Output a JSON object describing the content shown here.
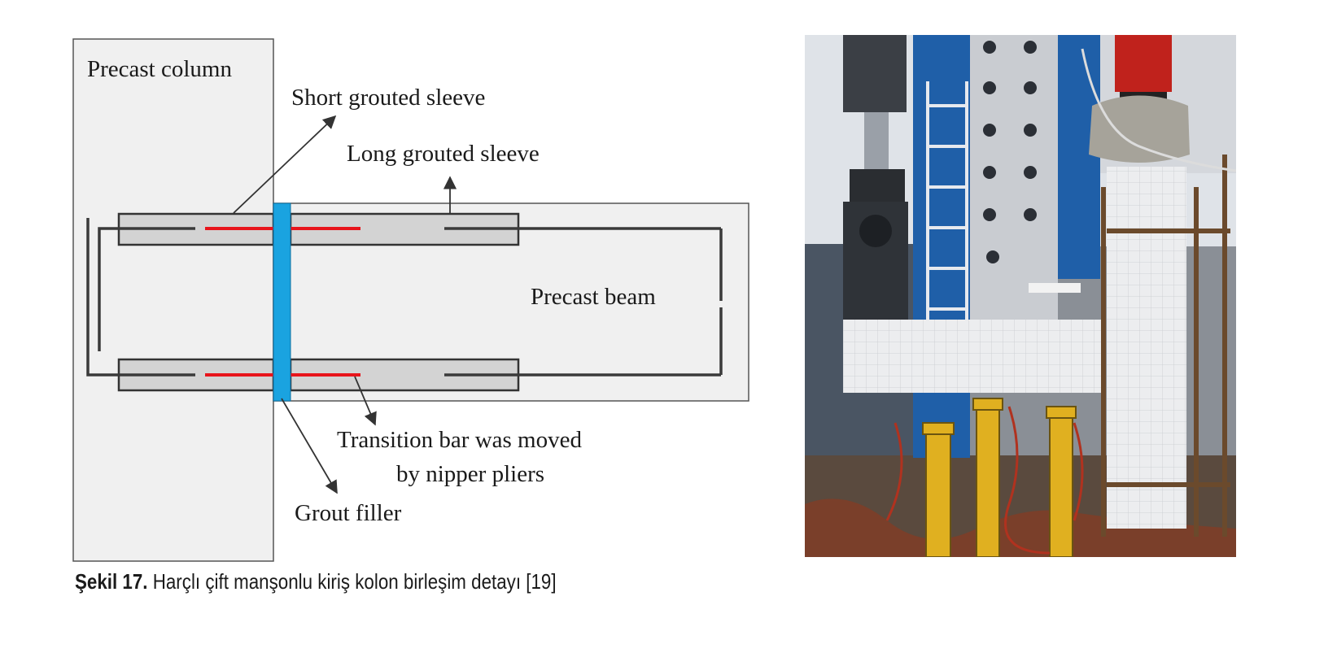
{
  "diagram": {
    "labels": {
      "precast_column": "Precast column",
      "short_sleeve": "Short grouted sleeve",
      "long_sleeve": "Long grouted sleeve",
      "precast_beam": "Precast beam",
      "transition_line1": "Transition bar was moved",
      "transition_line2": "by nipper pliers",
      "grout_filler": "Grout filler"
    },
    "colors": {
      "member_fill": "#f0f0f0",
      "sleeve_fill": "#d3d3d3",
      "grout_filler": "#1aa3e0",
      "transition_bar": "#e8141b",
      "rebar": "#3a3a3a"
    }
  },
  "photo": {
    "description_icon": "test-rig-photo",
    "colors": {
      "frame_blue": "#1f5fa8",
      "plate_grey": "#c9ccd1",
      "actuator_red": "#c0221c",
      "jack_yellow": "#e0b020",
      "specimen_white": "#ecedef"
    }
  },
  "caption": {
    "number": "Şekil 17.",
    "text": "Harçlı çift manşonlu kiriş kolon birleşim detayı [19]"
  }
}
